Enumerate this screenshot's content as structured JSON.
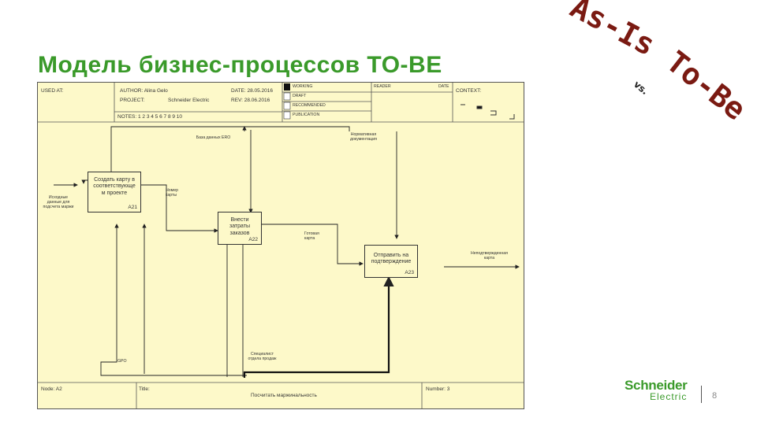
{
  "slide": {
    "title": "Модель бизнес-процессов TO-BE",
    "page_number": "8",
    "logo": {
      "line1": "Schneider",
      "line2": "Electric"
    },
    "sticker": {
      "word1": "As-Is",
      "vs": "vs.",
      "word2": "To-Be",
      "color": "#7a1a12"
    }
  },
  "header": {
    "used_at": "USED AT:",
    "author": "AUTHOR:  Alina Gelo",
    "project_label": "PROJECT:",
    "project_value": "Schneider Electric",
    "date": "DATE: 28.05.2016",
    "rev": "REV:  28.06.2016",
    "notes": "NOTES: 1 2 3 4 5 6 7 8 9 10",
    "status": [
      "WORKING",
      "DRAFT",
      "RECOMMENDED",
      "PUBLICATION"
    ],
    "reader": "READER",
    "date2": "DATE",
    "context": "CONTEXT:"
  },
  "diagram": {
    "boxes": [
      {
        "id": "A21",
        "label": "Создать карту в соответствующе м проекте",
        "num": "A21"
      },
      {
        "id": "A22",
        "label": "Внести затраты заказов",
        "num": "A22"
      },
      {
        "id": "A23",
        "label": "Отправить на подтверждение",
        "num": "A23"
      }
    ],
    "labels": {
      "db": "База данных ERO",
      "norms": "Нормативная документация",
      "input": "Исходные данные для подсчета маржи",
      "map_number": "Номер карты",
      "ready_map": "Готовая карта",
      "output": "Неподтвержденная карта",
      "gpo": "GPO",
      "specialist": "Специалист отдела продаж"
    }
  },
  "footer": {
    "node": "Node: A2",
    "title_label": "Title:",
    "title_value": "Посчитать маржинальность",
    "number": "Number: 3"
  }
}
